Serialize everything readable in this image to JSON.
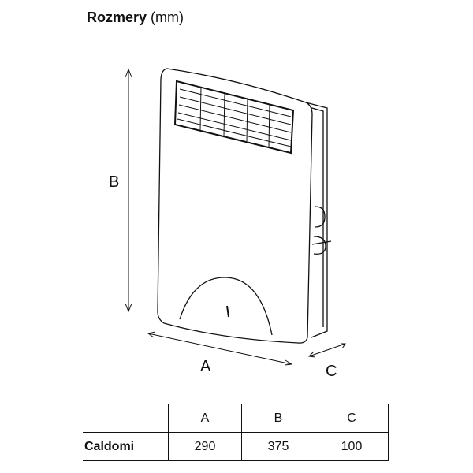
{
  "title": {
    "bold": "Rozmery",
    "unit": "(mm)"
  },
  "labels": {
    "a": "A",
    "b": "B",
    "c": "C"
  },
  "table": {
    "headers": [
      "",
      "A",
      "B",
      "C"
    ],
    "rows": [
      {
        "name": "Caldomi",
        "values": [
          "290",
          "375",
          "100"
        ]
      }
    ]
  }
}
